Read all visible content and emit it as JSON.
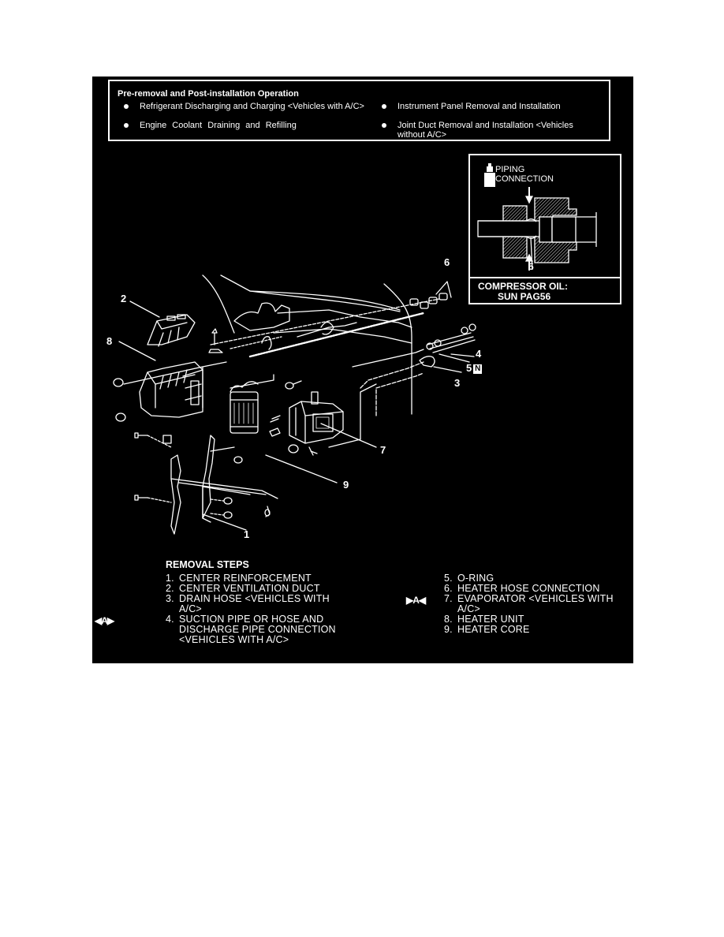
{
  "pre_removal": {
    "title": "Pre-removal and Post-installation Operation",
    "items": [
      {
        "text": "Refrigerant Discharging and Charging <Vehicles with A/C>"
      },
      {
        "text": "Engine Coolant Draining and Refilling"
      },
      {
        "text": "Instrument Panel Removal and Installation"
      },
      {
        "text": "Joint Duct Removal and Installation <Vehicles without A/C>"
      }
    ]
  },
  "callout": {
    "icon": "oil-can-icon",
    "piping_line1": "PIPING",
    "piping_line2": "CONNECTION",
    "part_number": "5",
    "oil_line1": "COMPRESSOR OIL:",
    "oil_line2": "SUN PAG56"
  },
  "diagram": {
    "labels": [
      {
        "id": "1",
        "text": "1"
      },
      {
        "id": "2",
        "text": "2"
      },
      {
        "id": "3",
        "text": "3"
      },
      {
        "id": "4",
        "text": "4"
      },
      {
        "id": "5",
        "text": "5",
        "badge": "N"
      },
      {
        "id": "6",
        "text": "6"
      },
      {
        "id": "7",
        "text": "7"
      },
      {
        "id": "8",
        "text": "8"
      },
      {
        "id": "9",
        "text": "9"
      }
    ]
  },
  "removal_steps": {
    "title": "REMOVAL STEPS",
    "left": [
      {
        "num": "1.",
        "text": "CENTER REINFORCEMENT"
      },
      {
        "num": "2.",
        "text": "CENTER VENTILATION DUCT"
      },
      {
        "num": "3.",
        "text": "DRAIN HOSE <VEHICLES WITH A/C>"
      },
      {
        "num": "4.",
        "text": "SUCTION PIPE OR HOSE AND DISCHARGE PIPE CONNECTION <VEHICLES WITH A/C>",
        "marker": "◀A▶"
      }
    ],
    "right": [
      {
        "num": "5.",
        "text": "O-RING"
      },
      {
        "num": "6.",
        "text": "HEATER HOSE CONNECTION"
      },
      {
        "num": "7.",
        "text": "EVAPORATOR <VEHICLES WITH A/C>",
        "marker": "▶A◀"
      },
      {
        "num": "8.",
        "text": "HEATER UNIT"
      },
      {
        "num": "9.",
        "text": "HEATER CORE"
      }
    ]
  }
}
